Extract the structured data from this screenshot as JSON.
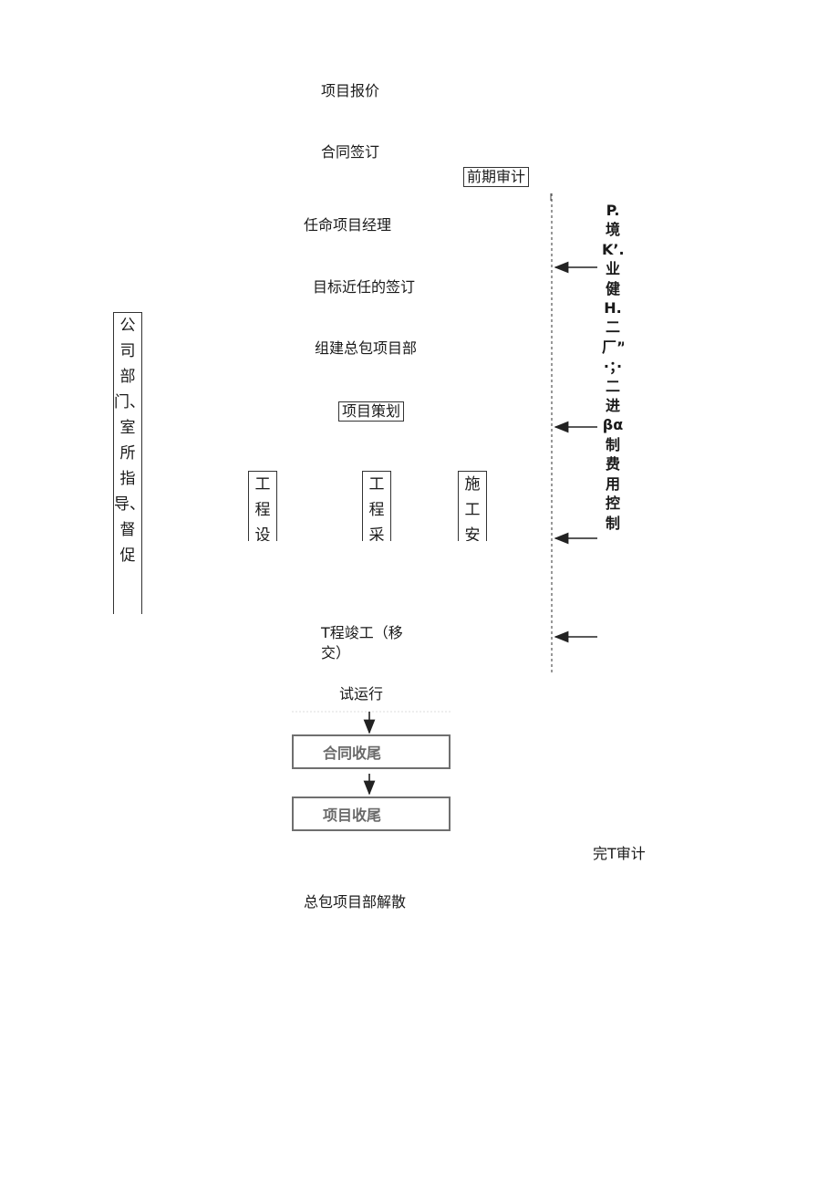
{
  "flow": {
    "quote": "项目报价",
    "contract_sign": "合同签订",
    "pre_audit": "前期审计",
    "appoint_pm": "任命项目经理",
    "target_sign": "目标近任的签订",
    "build_dept": "组建总包项目部",
    "planning": "项目策划",
    "col1": "工程设",
    "col2": "工程采",
    "col3": "施工安",
    "completion_line1": "T程竣工（移",
    "completion_line2": "交）",
    "trial_run": "试运行",
    "contract_close": "合同收尾",
    "project_close": "项目收尾",
    "final_audit": "完T审计",
    "disband": "总包项目部解散"
  },
  "left_panel": {
    "text": "公司部门、室所指导、督促"
  },
  "right_panel": {
    "text": "P.境K’.业健H.二厂”.；·；·二进βα制费用控制"
  }
}
